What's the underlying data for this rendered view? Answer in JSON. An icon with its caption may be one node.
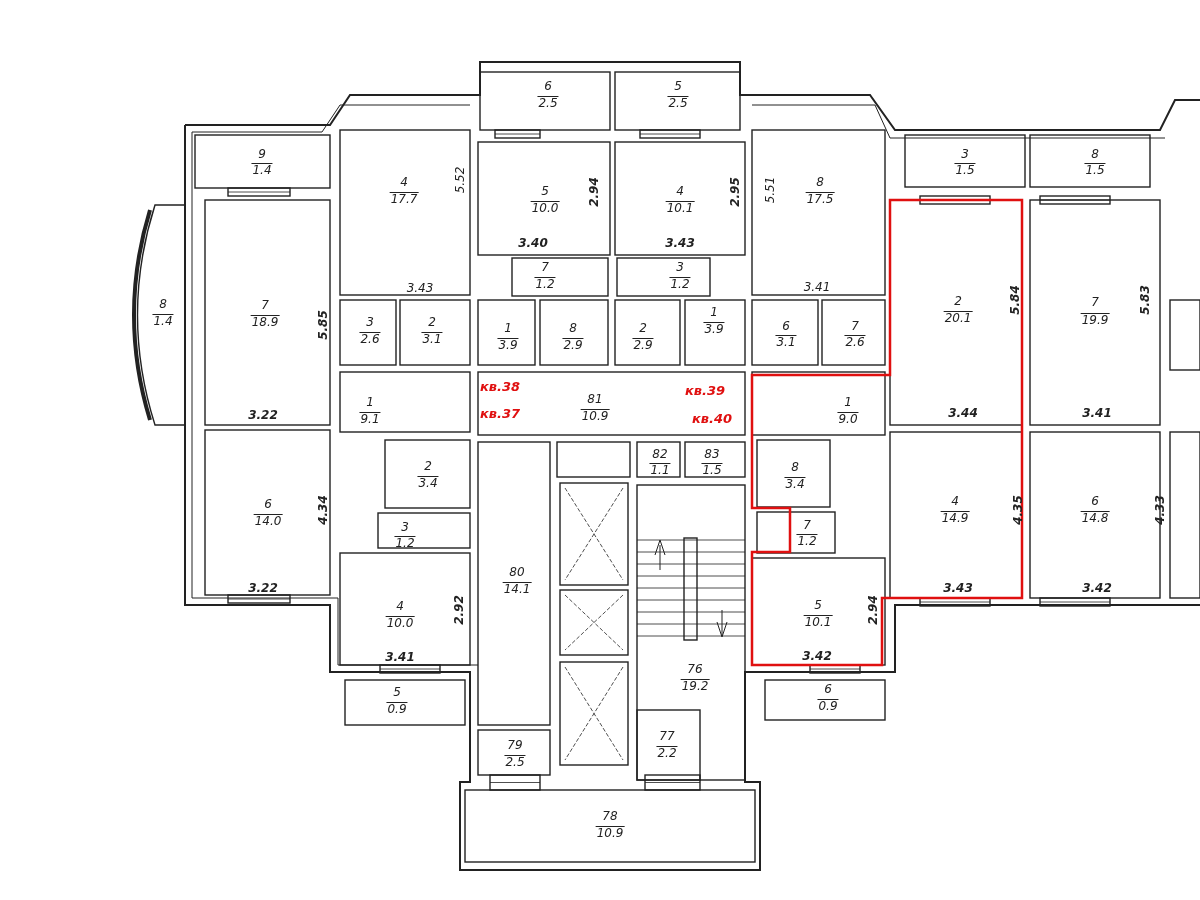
{
  "diagram": {
    "labels": [
      "6",
      "2.5",
      "5",
      "2.5",
      "9",
      "1.4",
      "3",
      "1.5",
      "8",
      "1.5",
      "4",
      "17.7",
      "5.52",
      "5",
      "10.0",
      "2.94",
      "4",
      "10.1",
      "2.95",
      "5.51",
      "8",
      "17.5",
      "3.40",
      "3.43",
      "7",
      "1.2",
      "3",
      "1.2",
      "3.43",
      "3.41",
      "2",
      "20.1",
      "5.84",
      "7",
      "19.9",
      "5.83",
      "8",
      "1.4",
      "7",
      "18.9",
      "5.85",
      "3",
      "2.6",
      "2",
      "3.1",
      "1",
      "3.9",
      "8",
      "2.9",
      "2",
      "2.9",
      "1",
      "3.9",
      "6",
      "3.1",
      "7",
      "2.6",
      "кв.38",
      "кв.39",
      "1",
      "9.1",
      "81",
      "10.9",
      "1",
      "9.0",
      "кв.37",
      "кв.40",
      "3.22",
      "3.44",
      "3.41",
      "2",
      "3.4",
      "82",
      "1.1",
      "83",
      "1.5",
      "8",
      "3.4",
      "6",
      "14.0",
      "4.34",
      "4",
      "14.9",
      "4.35",
      "6",
      "14.8",
      "4.33",
      "3",
      "1.2",
      "7",
      "1.2",
      "80",
      "3.22",
      "14.1",
      "3.43",
      "3.42",
      "4",
      "10.0",
      "2.92",
      "5",
      "10.1",
      "2.94",
      "3.41",
      "3.42",
      "5",
      "0.9",
      "6",
      "0.9",
      "76",
      "19.2",
      "77",
      "2.2",
      "79",
      "2.5",
      "78",
      "10.9"
    ]
  }
}
